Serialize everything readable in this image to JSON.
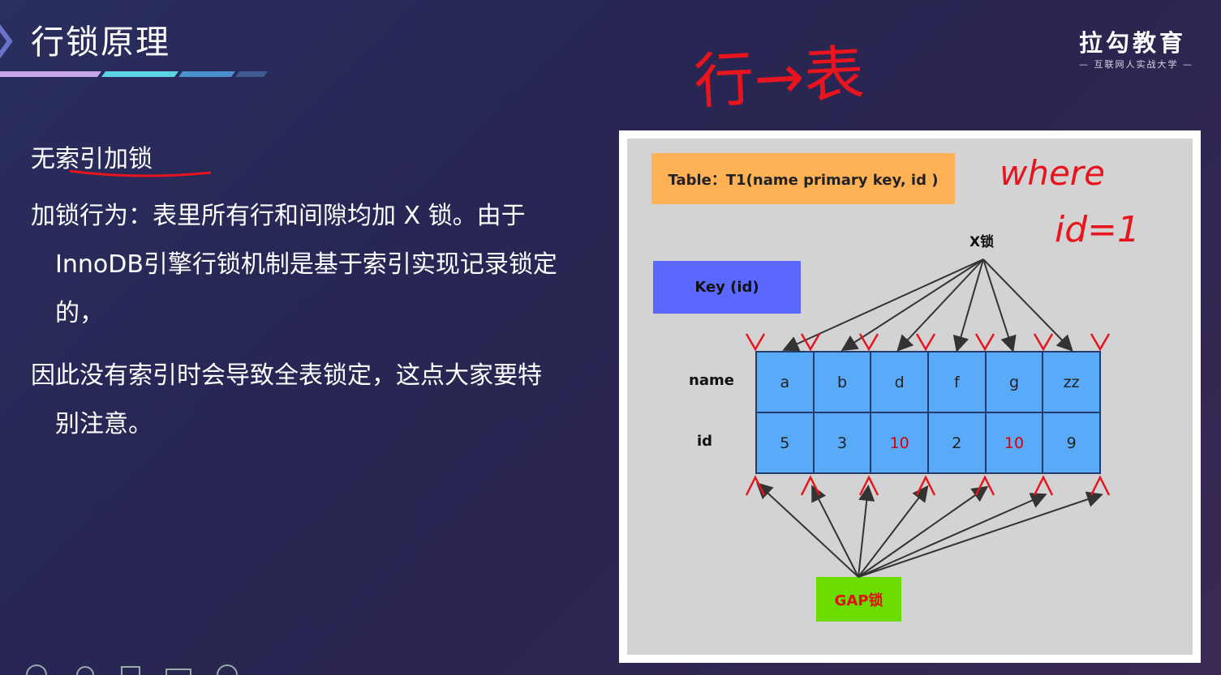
{
  "slide": {
    "title": "行锁原理",
    "logo": "拉勾教育",
    "logo_sub": "— 互联网人实战大学 —"
  },
  "content": {
    "heading": "无索引加锁",
    "p1_l1": "加锁行为：表里所有行和间隙均加 X 锁。由于",
    "p1_l2": "InnoDB引擎行锁机制是基于索引实现记录锁定",
    "p1_l3": "的，",
    "p2_l1": "因此没有索引时会导致全表锁定，这点大家要特",
    "p2_l2": "别注意。"
  },
  "diagram": {
    "table_label": "Table：T1(name  primary  key, id )",
    "key_label": "Key  (id)",
    "x_lock": "X锁",
    "gap_lock": "GAP锁",
    "row_name_label": "name",
    "row_id_label": "id",
    "names": [
      "a",
      "b",
      "d",
      "f",
      "g",
      "zz"
    ],
    "ids": [
      "5",
      "3",
      "10",
      "2",
      "10",
      "9"
    ],
    "highlight_ids": [
      2,
      4
    ],
    "colors": {
      "table_box": "#ffb255",
      "key_box": "#5b68ff",
      "cells": "#5aaafa",
      "gap_box": "#6bdd00",
      "highlight": "#d80000",
      "annotation": "#e8141e"
    }
  },
  "annotations": {
    "handwritten_top": "行→表",
    "handwritten_side_1": "where",
    "handwritten_side_2": "id=1"
  }
}
